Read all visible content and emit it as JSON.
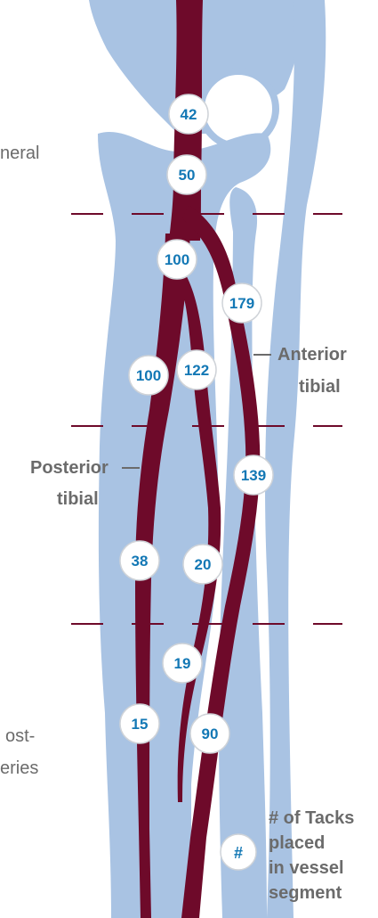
{
  "colors": {
    "bone": "#a9c3e3",
    "vessel": "#6e0a2a",
    "badge_text": "#1378b5",
    "label_text": "#6b6b6b",
    "background": "#ffffff"
  },
  "labels": {
    "partial_top": "neral",
    "anterior_line1": "Anterior",
    "anterior_line2": "tibial",
    "posterior_line1": "Posterior",
    "posterior_line2": "tibial",
    "partial_bottom_1": "ost-",
    "partial_bottom_2": "eries"
  },
  "legend": {
    "badge_symbol": "#",
    "text": "# of Tacks\nplaced\nin vessel\nsegment"
  },
  "tack_counts": [
    {
      "id": "popliteal-upper",
      "value": "42"
    },
    {
      "id": "popliteal-lower",
      "value": "50"
    },
    {
      "id": "tibioperoneal-trunk",
      "value": "100"
    },
    {
      "id": "anterior-tibial-proximal",
      "value": "179"
    },
    {
      "id": "posterior-tibial-proximal",
      "value": "100"
    },
    {
      "id": "peroneal-proximal",
      "value": "122"
    },
    {
      "id": "anterior-tibial-mid",
      "value": "139"
    },
    {
      "id": "posterior-tibial-mid",
      "value": "38"
    },
    {
      "id": "peroneal-mid",
      "value": "20"
    },
    {
      "id": "peroneal-distal",
      "value": "19"
    },
    {
      "id": "posterior-tibial-distal",
      "value": "15"
    },
    {
      "id": "anterior-tibial-distal",
      "value": "90"
    }
  ]
}
